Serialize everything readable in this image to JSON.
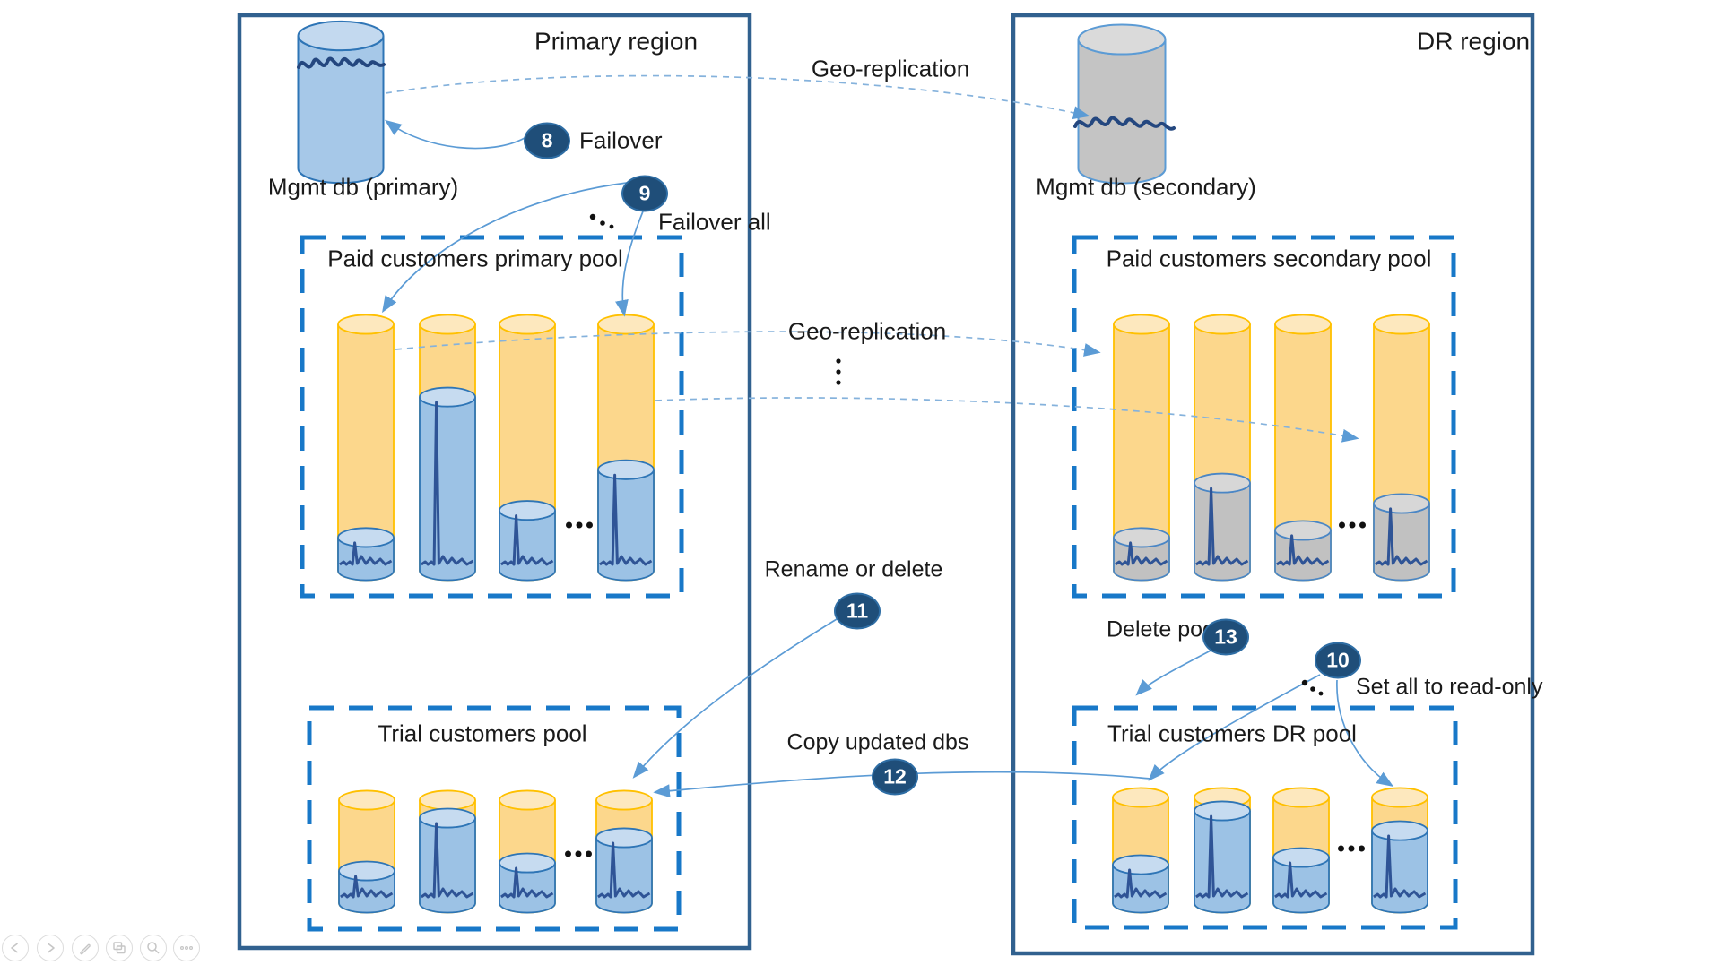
{
  "slide": {
    "regions": [
      {
        "title": "Primary region"
      },
      {
        "title": "DR region"
      }
    ],
    "mgmt_dbs": [
      {
        "label": "Mgmt db (primary)",
        "status": "primary"
      },
      {
        "label": "Mgmt db (secondary)",
        "status": "secondary"
      }
    ],
    "pools": [
      {
        "id": "paid-primary",
        "title": "Paid customers primary pool",
        "fill_style": "blue",
        "fill_levels": [
          0.135,
          0.705,
          0.245,
          0.41
        ]
      },
      {
        "id": "paid-secondary",
        "title": "Paid customers secondary pool",
        "fill_style": "gray",
        "fill_levels": [
          0.135,
          0.356,
          0.164,
          0.273
        ]
      },
      {
        "id": "trial-primary",
        "title": "Trial customers pool",
        "fill_style": "blue",
        "fill_levels": [
          0.313,
          0.826,
          0.391,
          0.635
        ]
      },
      {
        "id": "trial-dr",
        "title": "Trial customers DR pool",
        "fill_style": "blue",
        "fill_levels": [
          0.364,
          0.873,
          0.432,
          0.686
        ]
      }
    ],
    "flow_labels": {
      "geo_replication_top": "Geo-replication",
      "geo_replication_mid": "Geo-replication",
      "failover": "Failover",
      "failover_all": "Failover all",
      "set_all_read_only": "Set all to read-only",
      "rename_or_delete": "Rename or delete",
      "copy_updated_dbs": "Copy updated dbs",
      "delete_pool": "Delete pool"
    },
    "step_badges": [
      {
        "num": "8"
      },
      {
        "num": "9"
      },
      {
        "num": "10"
      },
      {
        "num": "11"
      },
      {
        "num": "12"
      },
      {
        "num": "13"
      }
    ]
  },
  "toolbar": {
    "buttons": [
      {
        "name": "previous"
      },
      {
        "name": "next"
      },
      {
        "name": "pen"
      },
      {
        "name": "slides"
      },
      {
        "name": "zoom"
      },
      {
        "name": "more"
      }
    ]
  },
  "colors": {
    "region_border": "#31618F",
    "pool_border": "#1878C8",
    "badge_bg": "#1F4E79",
    "arrow": "#5B9BD5",
    "geo_dash": "#85B2DC",
    "spike_line": "#2F5496",
    "squiggle": "#24477F",
    "orange_body": "#FCD78C",
    "orange_top": "#FDE8BE",
    "orange_stroke": "#FFC000",
    "blue_body": "#9CC2E5",
    "blue_top": "#C6DBF0",
    "blue_stroke": "#2E75B6",
    "gray_body": "#C1C1C1",
    "gray_top": "#D7D7D7",
    "gray_stroke": "#4A86C5",
    "mgmt_blue_body": "#A6C8E8",
    "mgmt_blue_top": "#C3D9EF",
    "mgmt_gray_body": "#C4C4C4",
    "mgmt_gray_top": "#DADADA"
  }
}
